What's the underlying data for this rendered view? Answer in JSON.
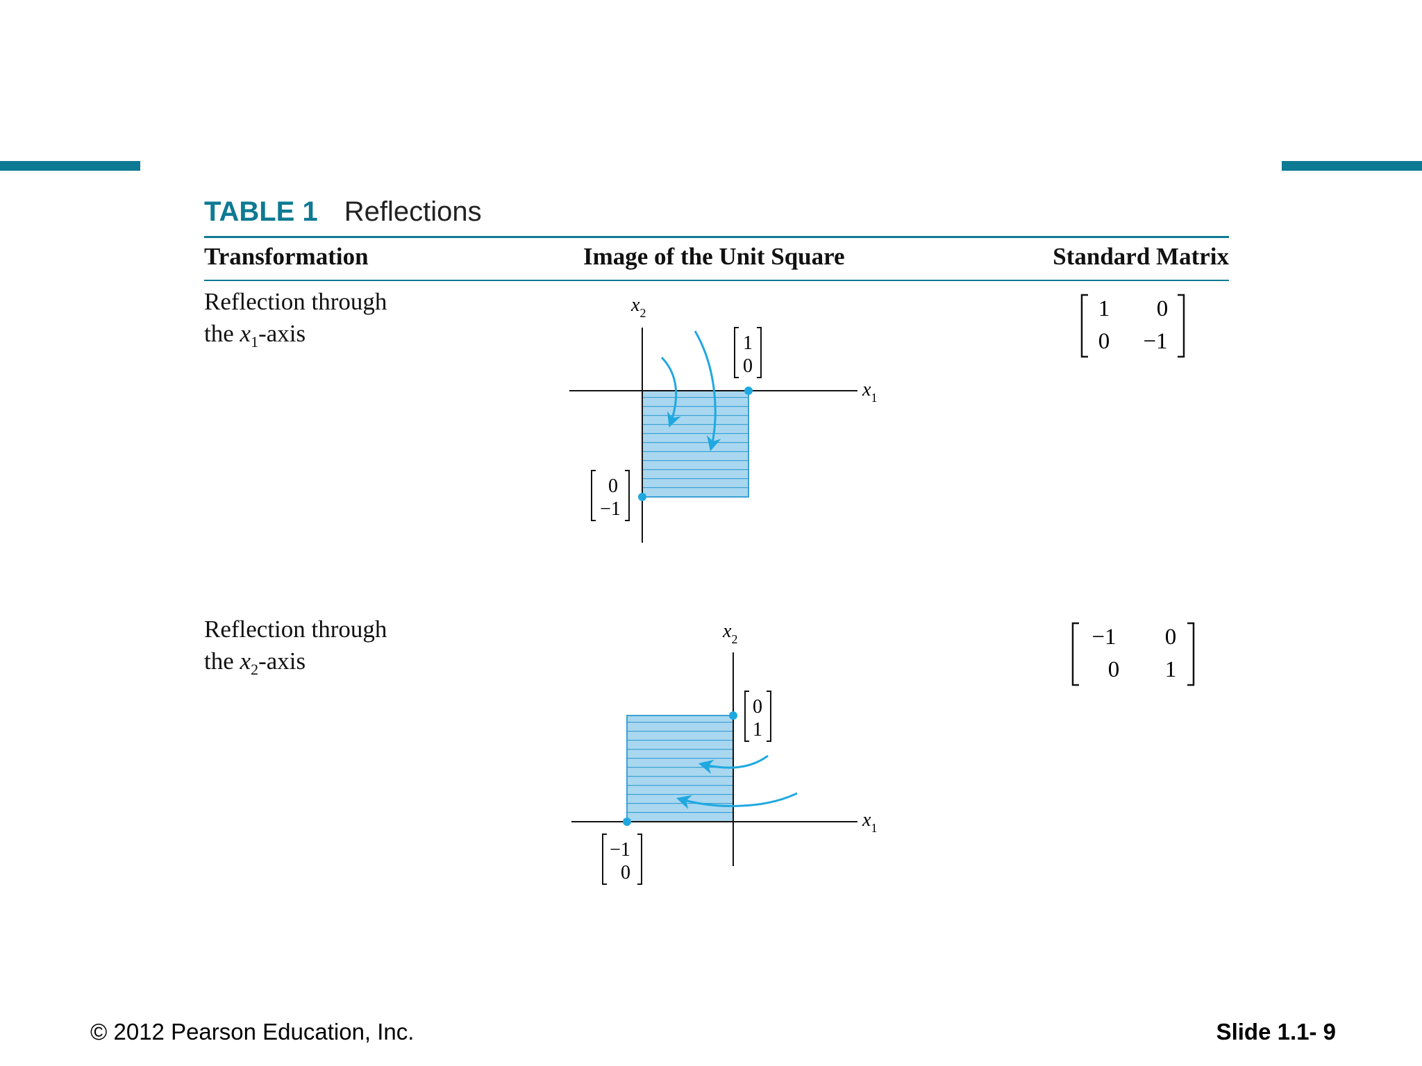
{
  "accent": "#0e7a93",
  "fill_color": "#a9d7ef",
  "arrow_color": "#1fa8e0",
  "table": {
    "label": "TABLE 1",
    "name": "Reflections",
    "headers": {
      "transformation": "Transformation",
      "image": "Image of the Unit Square",
      "matrix": "Standard Matrix"
    }
  },
  "rows": [
    {
      "desc_line1": "Reflection through",
      "desc_prefix": "the ",
      "desc_var": "x",
      "desc_sub": "1",
      "desc_suffix": "-axis",
      "matrix": [
        [
          "1",
          "0"
        ],
        [
          "0",
          "−1"
        ]
      ],
      "vectors": [
        [
          "1",
          "0"
        ],
        [
          "0",
          "−1"
        ]
      ],
      "axis_x": "x",
      "axis_x_sub": "1",
      "axis_y": "x",
      "axis_y_sub": "2"
    },
    {
      "desc_line1": "Reflection through",
      "desc_prefix": "the ",
      "desc_var": "x",
      "desc_sub": "2",
      "desc_suffix": "-axis",
      "matrix": [
        [
          "−1",
          "0"
        ],
        [
          "0",
          "1"
        ]
      ],
      "vectors": [
        [
          "0",
          "1"
        ],
        [
          "−1",
          "0"
        ]
      ],
      "axis_x": "x",
      "axis_x_sub": "1",
      "axis_y": "x",
      "axis_y_sub": "2"
    }
  ],
  "footer": {
    "copyright": "© 2012 Pearson Education, Inc.",
    "slide": "Slide 1.1- 9"
  }
}
